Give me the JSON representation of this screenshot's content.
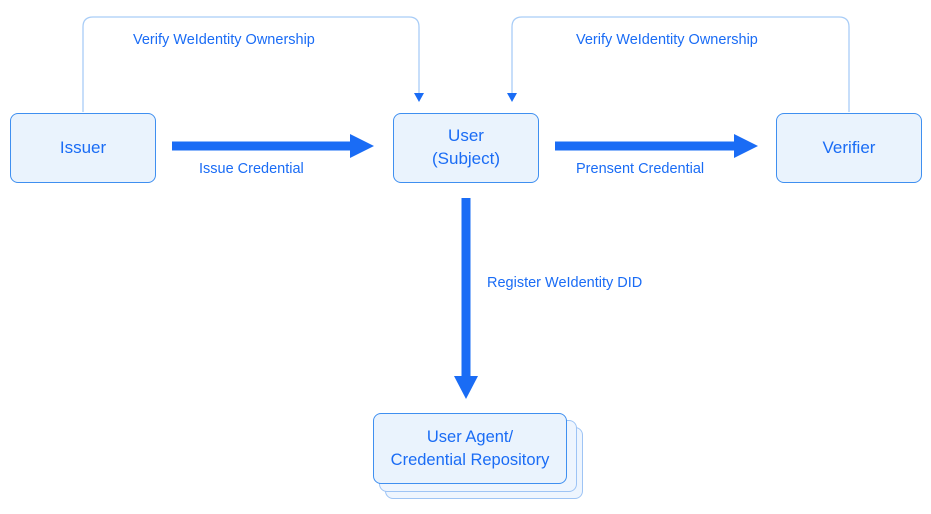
{
  "nodes": {
    "issuer": "Issuer",
    "user_line1": "User",
    "user_line2": "(Subject)",
    "verifier": "Verifier",
    "agent_line1": "User Agent/",
    "agent_line2": "Credential Repository"
  },
  "edges": {
    "issue": "Issue Credential",
    "present": "Prensent Credential",
    "register": "Register WeIdentity DID",
    "verify_left": "Verify WeIdentity Ownership",
    "verify_right": "Verify WeIdentity Ownership"
  },
  "colors": {
    "accent": "#1a6cf5",
    "node_fill": "#eaf3fd",
    "node_border": "#3f8ff0",
    "thin_line": "#a9cdf7"
  }
}
